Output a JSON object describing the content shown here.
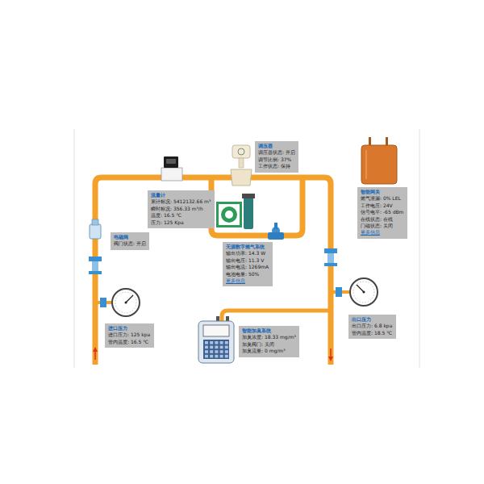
{
  "diagram": {
    "nodes": [
      {
        "text": [
          "调压器",
          "调压器状态: 开启",
          "调节比例: 37%",
          "工作状态: 保持"
        ]
      },
      {
        "text": [
          "流量计",
          "累计标况: 5412132.66 m³",
          "瞬时标况: 356.33 m³/h",
          "温度: 16.5 ℃",
          "压力: 125 Kpa"
        ]
      },
      {
        "text": [
          "智能网关",
          "燃气泄漏: 0% LEL",
          "工作电压: 24V",
          "信号电平: -65 dBm",
          "在线状态: 在线",
          "门磁状态: 关闭",
          "更多信息"
        ]
      },
      {
        "text": [
          "电磁阀",
          "阀门状态: 开启"
        ]
      },
      {
        "text": [
          "无源数字燃气系统",
          "输出功率: 14.3 W",
          "输出电压: 11.3 V",
          "输出电流: 1269mA",
          "电池电量: 50%",
          "更多信息"
        ]
      },
      {
        "text": [
          "进口压力",
          "进口压力: 125 kpa",
          "管内温度: 16.5 ℃"
        ]
      },
      {
        "text": [
          "智能加臭系统",
          "加臭浓度: 18.33 mg/m³",
          "加臭阀门: 关闭",
          "加臭流量: 0 mg/m³"
        ]
      },
      {
        "text": [
          "出口压力",
          "出口压力: 6.8 kpa",
          "管内温度: 18.5 ℃"
        ]
      }
    ]
  }
}
